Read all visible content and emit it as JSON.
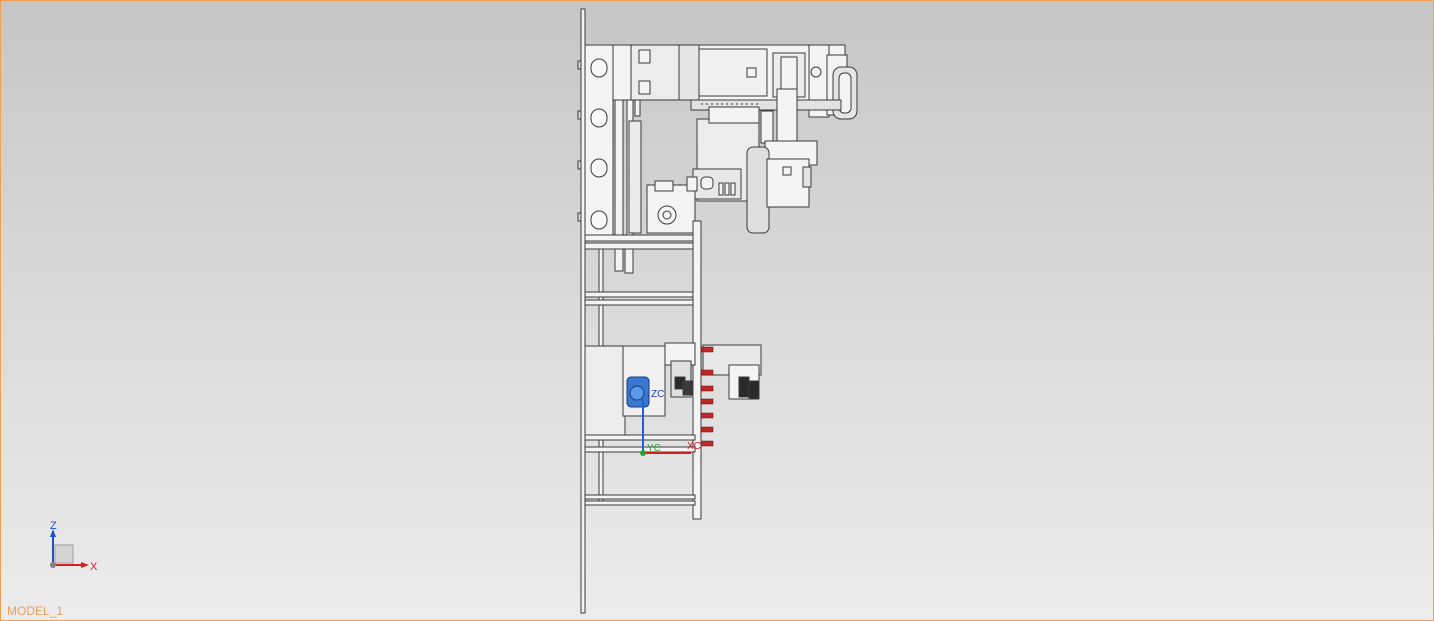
{
  "viewport": {
    "model_name": "MODEL_1",
    "model_name_color": "#e8a060",
    "border_color": "#f0a050"
  },
  "triad": {
    "z_label": "Z",
    "x_label": "X",
    "z_color": "#2050d0",
    "x_color": "#d02020"
  },
  "wcs": {
    "xc_label": "XC",
    "yc_label": "YC",
    "zc_label": "ZC"
  }
}
